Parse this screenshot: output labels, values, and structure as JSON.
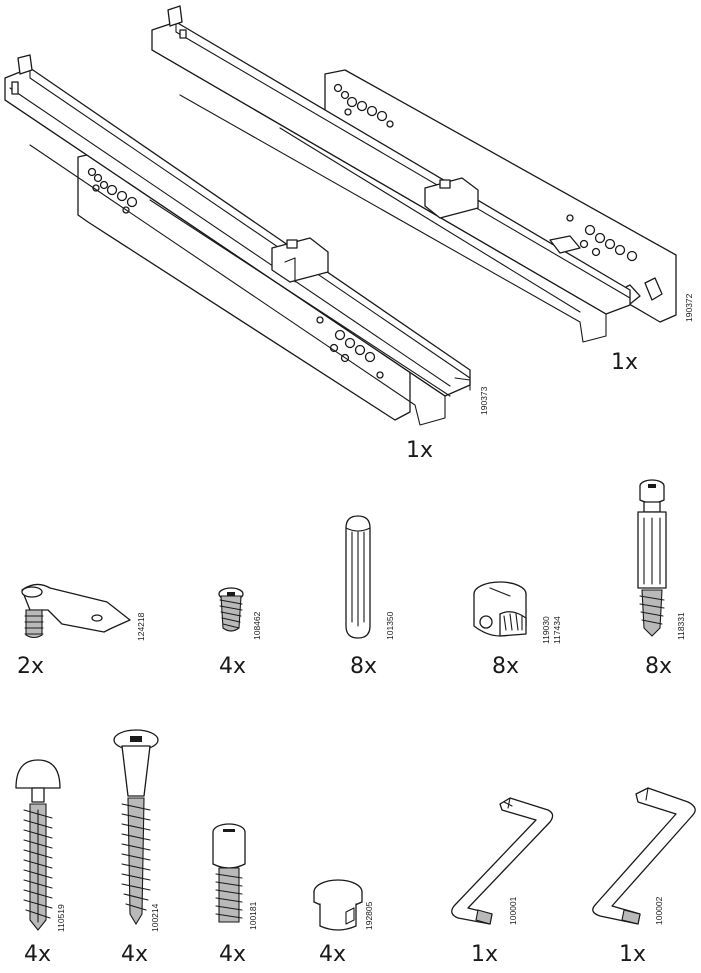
{
  "rails": [
    {
      "code": "190373",
      "qty": "1x"
    },
    {
      "code": "190372",
      "qty": "1x"
    }
  ],
  "row1": [
    {
      "code": "124218",
      "qty": "2x"
    },
    {
      "code": "108462",
      "qty": "4x"
    },
    {
      "code": "101350",
      "qty": "8x"
    },
    {
      "code_a": "119030",
      "code_b": "117434",
      "qty": "8x"
    },
    {
      "code": "118331",
      "qty": "8x"
    }
  ],
  "row2": [
    {
      "code": "110519",
      "qty": "4x"
    },
    {
      "code": "100214",
      "qty": "4x"
    },
    {
      "code": "100181",
      "qty": "4x"
    },
    {
      "code": "192805",
      "qty": "4x"
    },
    {
      "code": "100001",
      "qty": "1x"
    },
    {
      "code": "100002",
      "qty": "1x"
    }
  ]
}
